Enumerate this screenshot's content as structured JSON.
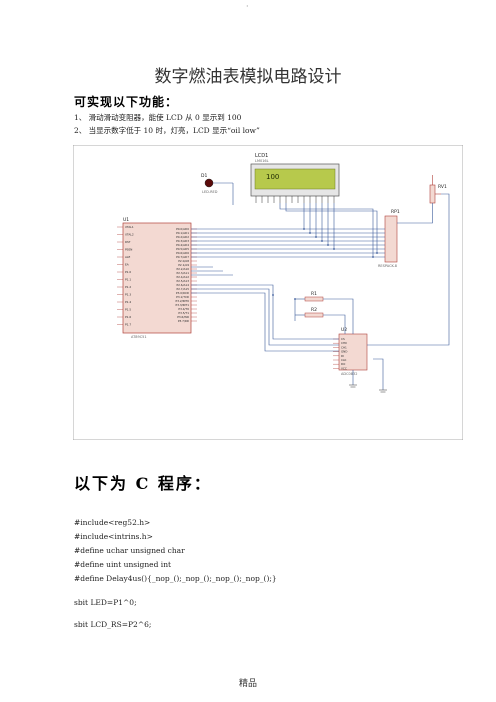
{
  "page": {
    "top_mark": "·",
    "title": "数字燃油表模拟电路设计",
    "features_heading": "可实现以下功能：",
    "features": [
      "1、 滑动滑动变阻器，能使 LCD 从 0 显示到 100",
      "2、 当显示数字低于 10 时，灯亮，LCD 显示“oil low”"
    ],
    "program_heading": "以下为 C 程序：",
    "code_lines": [
      "#include<reg52.h>",
      "#include<intrins.h>",
      "#define uchar unsigned char",
      "#define uint unsigned int",
      "#define Delay4us(){_nop_();_nop_();_nop_();_nop_();}",
      "sbit LED=P1^0;",
      "sbit LCD_RS=P2^6;"
    ],
    "footer": "精品"
  },
  "circuit": {
    "lcd_label": "LCD1",
    "lcd_model": "LM016L",
    "lcd_value": "100",
    "led_label": "D1",
    "led_model": "LED-RED",
    "mcu_label": "U1",
    "mcu_model": "AT89C51",
    "rp_label": "RP1",
    "rp_model": "RESPACK-8",
    "r1_label": "R1",
    "r2_label": "R2",
    "rv_label": "RV1",
    "adc_label": "U2",
    "adc_model": "ADC0832",
    "mcu_left_pins": [
      "XTAL1",
      "XTAL2",
      "RST",
      "PSEN",
      "ALE",
      "EA",
      "P1.0",
      "P1.1",
      "P1.2",
      "P1.3",
      "P1.4",
      "P1.5",
      "P1.6",
      "P1.7"
    ],
    "mcu_right_pins": [
      "P0.0/AD0",
      "P0.1/AD1",
      "P0.2/AD2",
      "P0.3/AD3",
      "P0.4/AD4",
      "P0.5/AD5",
      "P0.6/AD6",
      "P0.7/AD7",
      "P2.0/A8",
      "P2.1/A9",
      "P2.2/A10",
      "P2.3/A11",
      "P2.4/A12",
      "P2.5/A13",
      "P2.6/A14",
      "P2.7/A15",
      "P3.0/RXD",
      "P3.1/TXD",
      "P3.2/INT0",
      "P3.3/INT1",
      "P3.4/T0",
      "P3.5/T1",
      "P3.6/WR",
      "P3.7/RD"
    ],
    "adc_pins": [
      "CS",
      "CH0",
      "CH1",
      "GND",
      "DI",
      "CLK",
      "DO",
      "VCC"
    ]
  },
  "colors": {
    "wire": "#3a5a9a",
    "chip_fill": "#f3d9d2",
    "chip_stroke": "#b0403a",
    "lcd_screen": "#b7c94c",
    "pin_text": "#2a2a2a"
  }
}
